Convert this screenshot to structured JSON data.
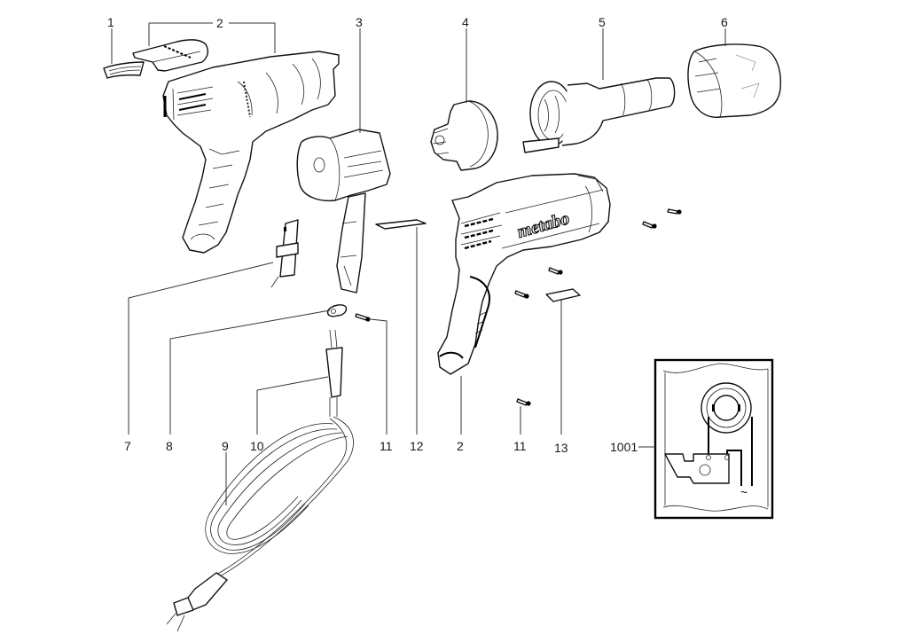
{
  "diagram": {
    "title": "Heat gun exploded parts diagram",
    "brand_logo": "metabo",
    "callouts": [
      {
        "id": "c1",
        "label": "1",
        "part": "nameplate-label"
      },
      {
        "id": "c2a",
        "label": "2",
        "part": "housing-halves"
      },
      {
        "id": "c3",
        "label": "3",
        "part": "motor-fan-unit"
      },
      {
        "id": "c4",
        "label": "4",
        "part": "motor-holder"
      },
      {
        "id": "c5",
        "label": "5",
        "part": "heating-element-tube"
      },
      {
        "id": "c6",
        "label": "6",
        "part": "nozzle-cap"
      },
      {
        "id": "c7",
        "label": "7",
        "part": "switch-slider"
      },
      {
        "id": "c8",
        "label": "8",
        "part": "cable-clamp"
      },
      {
        "id": "c9",
        "label": "9",
        "part": "power-cord-with-plug"
      },
      {
        "id": "c10",
        "label": "10",
        "part": "cable-sleeve"
      },
      {
        "id": "c11a",
        "label": "11",
        "part": "screw"
      },
      {
        "id": "c12",
        "label": "12",
        "part": "rating-label"
      },
      {
        "id": "c2b",
        "label": "2",
        "part": "housing-right"
      },
      {
        "id": "c11b",
        "label": "11",
        "part": "screw"
      },
      {
        "id": "c13",
        "label": "13",
        "part": "label"
      },
      {
        "id": "c1001",
        "label": "1001",
        "part": "wiring-diagram"
      }
    ],
    "wiring_diagram": {
      "ac_symbol": "~"
    }
  }
}
